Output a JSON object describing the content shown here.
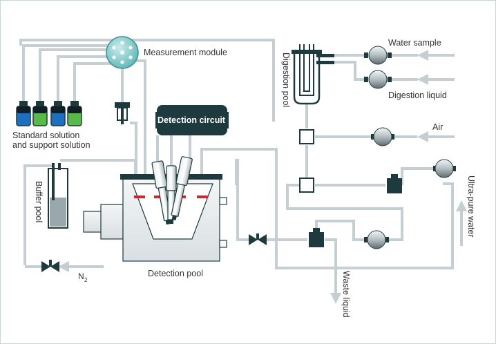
{
  "labels": {
    "measurement_module": "Measurement module",
    "standard_solution_line1": "Standard solution",
    "standard_solution_line2": "and support solution",
    "detection_circuit": "Detection circuit",
    "buffer_pool": "Buffer pool",
    "detection_pool": "Detection pool",
    "n2": "N",
    "n2_sub": "2",
    "water_sample": "Water sample",
    "digestion_liquid": "Digestion liquid",
    "digestion_pool": "Digestion pool",
    "air": "Air",
    "ultra_pure_water": "Ultra-pure water",
    "waste_liquid": "Waste liquid"
  },
  "colors": {
    "pipe": "#c5cfd3",
    "dark": "#1f3a3f",
    "bottle_blue": "#1e6fc0",
    "bottle_green": "#5bb84a",
    "membrane_red": "#d0282d",
    "module_teal": "#7fc7c8"
  }
}
